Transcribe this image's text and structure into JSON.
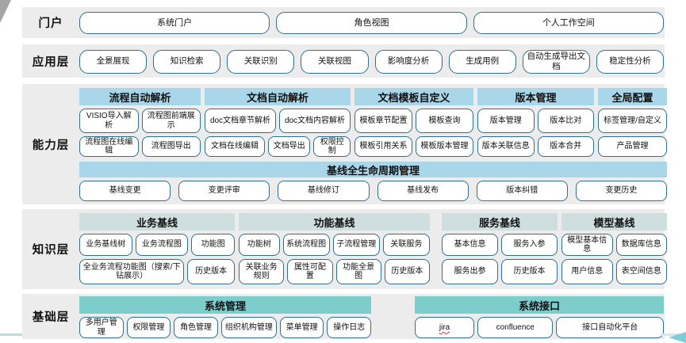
{
  "layers": [
    {
      "id": "portal",
      "label": "门户",
      "type": "row",
      "buttons": [
        "系统门户",
        "角色视图",
        "个人工作空间"
      ]
    },
    {
      "id": "app",
      "label": "应用层",
      "type": "row",
      "buttons": [
        "全景展现",
        "知识检索",
        "关联识别",
        "关联视图",
        "影响度分析",
        "生成用例",
        "自动生成导出文档",
        "稳定性分析"
      ]
    },
    {
      "id": "capability",
      "label": "能力层",
      "type": "groups",
      "groups": [
        {
          "header": "流程自动解析",
          "rows": [
            [
              "VISIO导入解析",
              "流程图前端展示"
            ],
            [
              "流程图在线编辑",
              "流程图导出"
            ]
          ]
        },
        {
          "header": "文档自动解析",
          "rows": [
            [
              "doc文档章节解析",
              "doc文档内容解析"
            ],
            [
              "文档在线编辑",
              "文档导出",
              "权限控制"
            ]
          ]
        },
        {
          "header": "文档模板自定义",
          "rows": [
            [
              "模板章节配置",
              "模板查询"
            ],
            [
              "模板引用关系",
              "模板版本管理"
            ]
          ]
        },
        {
          "header": "版本管理",
          "rows": [
            [
              "版本管理",
              "版本比对"
            ],
            [
              "版本关联信息",
              "版本合并"
            ]
          ]
        },
        {
          "header": "全局配置",
          "rows": [
            [
              "标签管理/自定义"
            ],
            [
              "产品管理"
            ]
          ]
        }
      ],
      "baseline": {
        "header": "基线全生命周期管理",
        "buttons": [
          "基线变更",
          "变更评审",
          "基线修订",
          "基线发布",
          "版本纠错",
          "变更历史"
        ]
      }
    },
    {
      "id": "knowledge",
      "label": "知识层",
      "type": "groups",
      "groups": [
        {
          "header": "业务基线",
          "rows": [
            [
              "业务基线树",
              "业务流程图",
              "功能图"
            ],
            [
              "全业务流程功能图（搜索/下钻展示）",
              "历史版本"
            ]
          ]
        },
        {
          "header": "功能基线",
          "rows": [
            [
              "功能树",
              "系统流程图",
              "子流程管理",
              "关联服务"
            ],
            [
              "关联业务规则",
              "属性可配置",
              "功能全景图",
              "历史版本"
            ]
          ]
        },
        {
          "header": "服务基线",
          "rows": [
            [
              "基本信息",
              "服务入参"
            ],
            [
              "服务出参",
              "历史版本"
            ]
          ]
        },
        {
          "header": "模型基线",
          "rows": [
            [
              "模型基本信息",
              "数据库信息"
            ],
            [
              "用户信息",
              "表空间信息"
            ]
          ]
        }
      ]
    },
    {
      "id": "base",
      "label": "基础层",
      "type": "groups",
      "groups": [
        {
          "header": "系统管理",
          "rows": [
            [
              "多用户管理",
              "权限管理",
              "角色管理",
              "组织机构管理",
              "菜单管理",
              "操作日志"
            ]
          ]
        },
        {
          "header": "系统接口",
          "rows": [
            [
              "jira",
              "confluence",
              "接口自动化平台"
            ]
          ]
        }
      ]
    }
  ],
  "misspelled": [
    "jira"
  ],
  "colors": {
    "band_bg": "#ececec",
    "box_border": "#2f6f8f",
    "capability_header_bg": "#a9d6e8",
    "knowledge_header_bg": "#cfdfdf",
    "base_header_bg": "#7ecdcd",
    "spellcheck_underline": "#e03030",
    "text": "#111111"
  }
}
